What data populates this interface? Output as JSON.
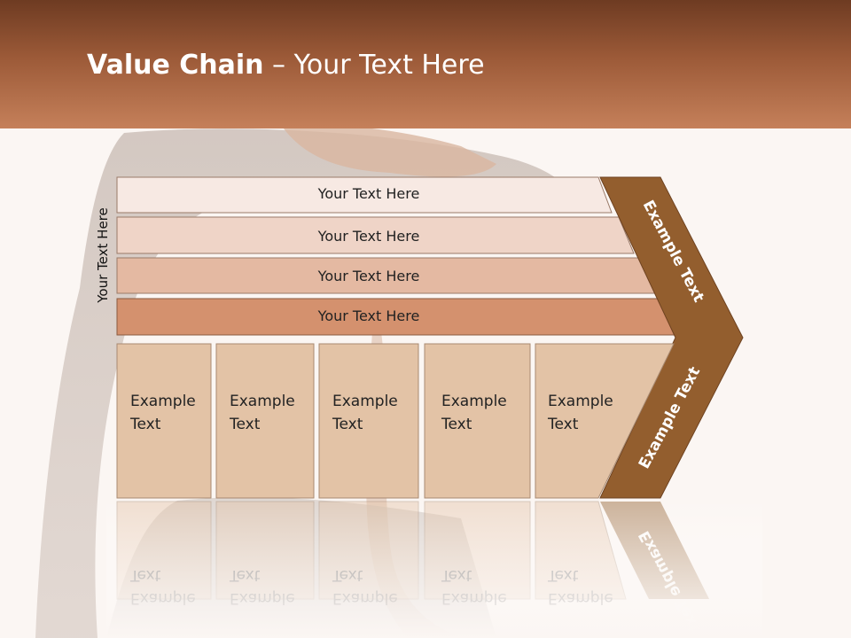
{
  "slide": {
    "title_bold": "Value Chain",
    "title_rest": " – Your Text Here",
    "vertical_label": "Your Text Here"
  },
  "support_rows": [
    {
      "label": "Your Text Here",
      "fill": "#f7e9e3"
    },
    {
      "label": "Your Text Here",
      "fill": "#efd4c7"
    },
    {
      "label": "Your Text Here",
      "fill": "#e4b9a2"
    },
    {
      "label": "Your Text Here",
      "fill": "#d4916e"
    }
  ],
  "primary_boxes": [
    {
      "line1": "Example",
      "line2": "Text"
    },
    {
      "line1": "Example",
      "line2": "Text"
    },
    {
      "line1": "Example",
      "line2": "Text"
    },
    {
      "line1": "Example",
      "line2": "Text"
    },
    {
      "line1": "Example",
      "line2": "Text"
    }
  ],
  "arrow": {
    "upper_label": "Example Text",
    "lower_label": "Example Text",
    "color": "#935e2e"
  },
  "colors": {
    "header_dark": "#6e3b22",
    "header_light": "#c5805a",
    "box_fill": "#e3c3a6"
  }
}
